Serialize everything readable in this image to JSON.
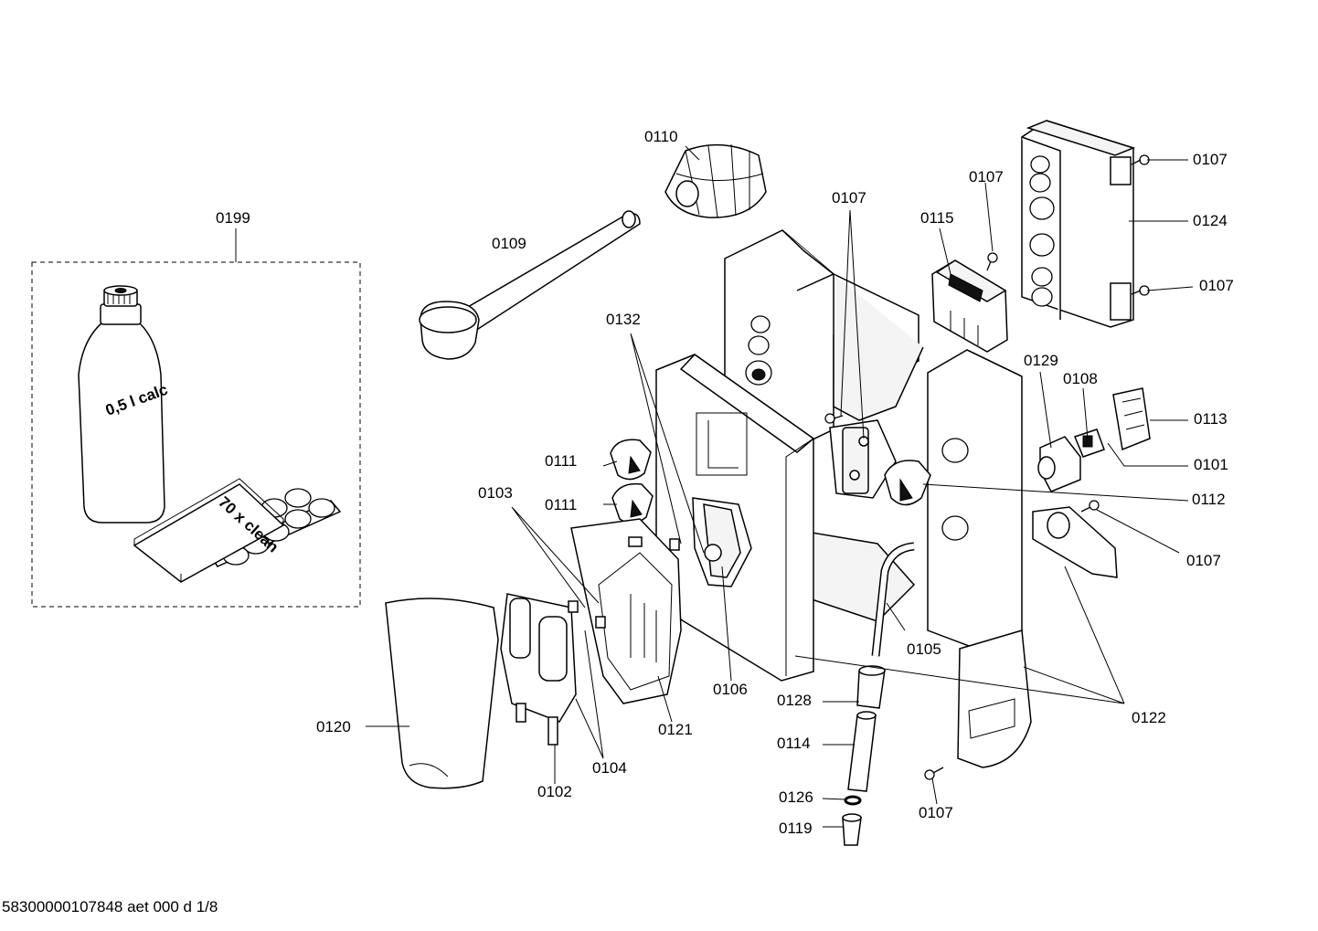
{
  "diagram": {
    "parts": [
      {
        "id": "0199",
        "label": "0199"
      },
      {
        "id": "0110",
        "label": "0110"
      },
      {
        "id": "0109",
        "label": "0109"
      },
      {
        "id": "0107",
        "label": "0107"
      },
      {
        "id": "0115",
        "label": "0115"
      },
      {
        "id": "0124",
        "label": "0124"
      },
      {
        "id": "0132",
        "label": "0132"
      },
      {
        "id": "0129",
        "label": "0129"
      },
      {
        "id": "0108",
        "label": "0108"
      },
      {
        "id": "0113",
        "label": "0113"
      },
      {
        "id": "0101",
        "label": "0101"
      },
      {
        "id": "0111",
        "label": "0111"
      },
      {
        "id": "0112",
        "label": "0112"
      },
      {
        "id": "0103",
        "label": "0103"
      },
      {
        "id": "0105",
        "label": "0105"
      },
      {
        "id": "0106",
        "label": "0106"
      },
      {
        "id": "0121",
        "label": "0121"
      },
      {
        "id": "0128",
        "label": "0128"
      },
      {
        "id": "0122",
        "label": "0122"
      },
      {
        "id": "0120",
        "label": "0120"
      },
      {
        "id": "0104",
        "label": "0104"
      },
      {
        "id": "0114",
        "label": "0114"
      },
      {
        "id": "0102",
        "label": "0102"
      },
      {
        "id": "0126",
        "label": "0126"
      },
      {
        "id": "0119",
        "label": "0119"
      }
    ],
    "product_text": {
      "bottle": "0,5 l calc",
      "tablets": "70 x clean"
    }
  },
  "footer": {
    "document_id": "58300000107848 aet 000 d 1/8"
  }
}
